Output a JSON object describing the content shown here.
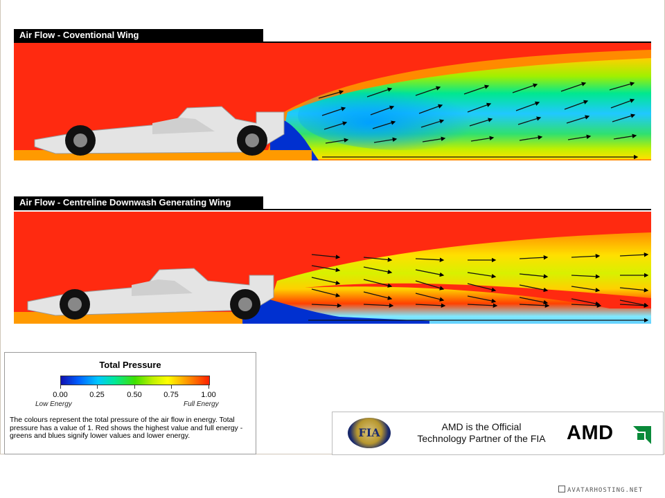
{
  "panels": [
    {
      "title": "Air Flow - Coventional Wing"
    },
    {
      "title": "Air Flow - Centreline Downwash Generating Wing"
    }
  ],
  "legend": {
    "title": "Total Pressure",
    "ticks": [
      "0.00",
      "0.25",
      "0.50",
      "0.75",
      "1.00"
    ],
    "low_label": "Low Energy",
    "high_label": "Full Energy",
    "note": "The colours represent the total pressure of the air flow in energy. Total pressure has a value of 1. Red shows the highest value and full energy - greens and blues signify lower values and lower energy."
  },
  "partner": {
    "fia_text": "FIA",
    "line1": "AMD is the Official",
    "line2": "Technology Partner of the FIA",
    "brand": "AMD"
  },
  "watermark": {
    "text": "AVATARHOSTING.NET"
  },
  "colors": {
    "full_energy": "#ff2000",
    "low_energy": "#1010b0",
    "mid_energy": "#40e000"
  },
  "icons": [
    "fia-logo-icon",
    "amd-arrow-icon",
    "f1-car-icon",
    "flow-arrow-icon"
  ]
}
